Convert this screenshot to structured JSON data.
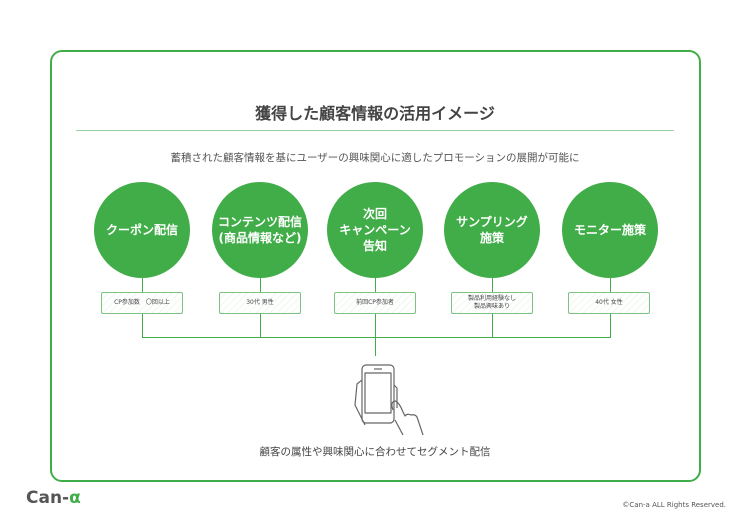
{
  "title": "獲得した顧客情報の活用イメージ",
  "subtitle": "蓄積された顧客情報を基にユーザーの興味関心に適したプロモーションの展開が可能に",
  "promotions": [
    {
      "label": "クーポン配信",
      "tag": "CP参加数　〇回以上"
    },
    {
      "label": "コンテンツ配信\n(商品情報など)",
      "tag": "30代 男性"
    },
    {
      "label": "次回\nキャンペーン\n告知",
      "tag": "前回CP参加者"
    },
    {
      "label": "サンプリング\n施策",
      "tag": "製品利用経験なし\n製品興味あり"
    },
    {
      "label": "モニター施策",
      "tag": "40代 女性"
    }
  ],
  "bottom_text": "顧客の属性や興味関心に合わせてセグメント配信",
  "logo": {
    "main": "Can-",
    "accent": "α"
  },
  "copyright": "©Can-a ALL Rights Reserved.",
  "colors": {
    "accent": "#41ad49"
  }
}
